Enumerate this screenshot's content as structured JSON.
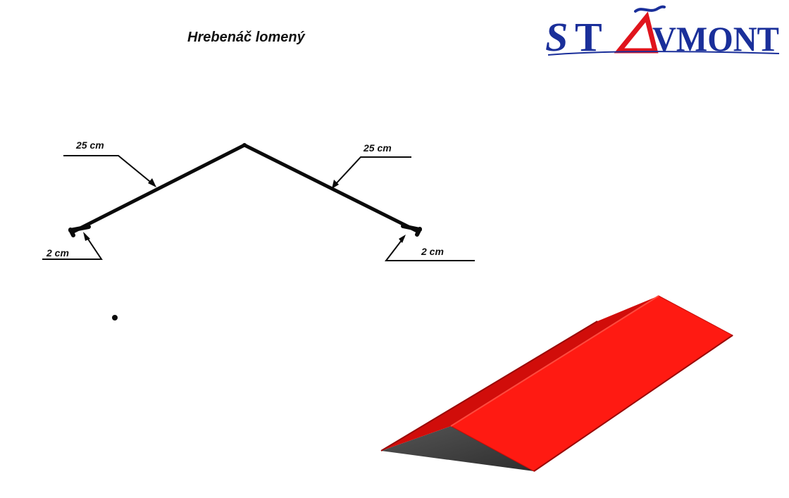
{
  "title": "Hrebenáč lomený",
  "logo": {
    "text": "STAVMONT",
    "colors": {
      "text": "#1a2f9a",
      "triangle": "#e0141c",
      "swoosh": "#1a2f9a"
    }
  },
  "diagram": {
    "labels": {
      "left_slope": "25 cm",
      "right_slope": "25 cm",
      "left_fold": "2 cm",
      "right_fold": "2 cm"
    },
    "line_color": "#0a0a0a"
  },
  "render": {
    "fill_color": "#ff1a12",
    "shadow_color": "#444444"
  }
}
